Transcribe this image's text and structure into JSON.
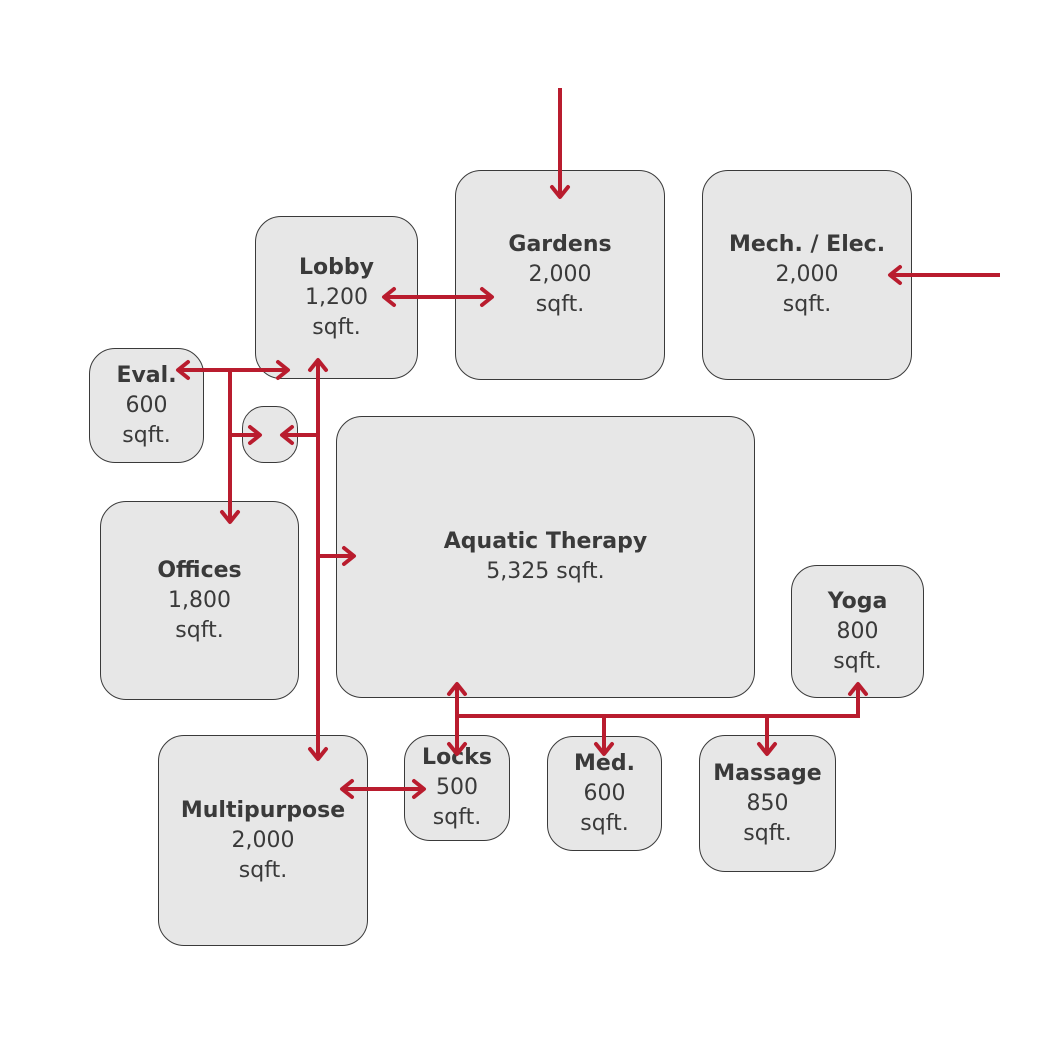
{
  "colors": {
    "room_fill": "#e7e7e7",
    "room_border": "#3a3a3a",
    "connector": "#b91c2e",
    "text": "#3a3a3a"
  },
  "rooms": {
    "gardens": {
      "name": "Gardens",
      "area": "2,000",
      "unit": "sqft."
    },
    "mech": {
      "name": "Mech. / Elec.",
      "area": "2,000",
      "unit": "sqft."
    },
    "lobby": {
      "name": "Lobby",
      "area": "1,200",
      "unit": "sqft."
    },
    "eval": {
      "name": "Eval.",
      "area": "600",
      "unit": "sqft."
    },
    "offices": {
      "name": "Offices",
      "area": "1,800",
      "unit": "sqft."
    },
    "aquatic": {
      "name": "Aquatic Therapy",
      "area": "5,325 sqft."
    },
    "yoga": {
      "name": "Yoga",
      "area": "800",
      "unit": "sqft."
    },
    "multipurpose": {
      "name": "Multipurpose",
      "area": "2,000",
      "unit": "sqft."
    },
    "locks": {
      "name": "Locks",
      "area": "500",
      "unit": "sqft."
    },
    "med": {
      "name": "Med.",
      "area": "600",
      "unit": "sqft."
    },
    "massage": {
      "name": "Massage",
      "area": "850",
      "unit": "sqft."
    }
  }
}
